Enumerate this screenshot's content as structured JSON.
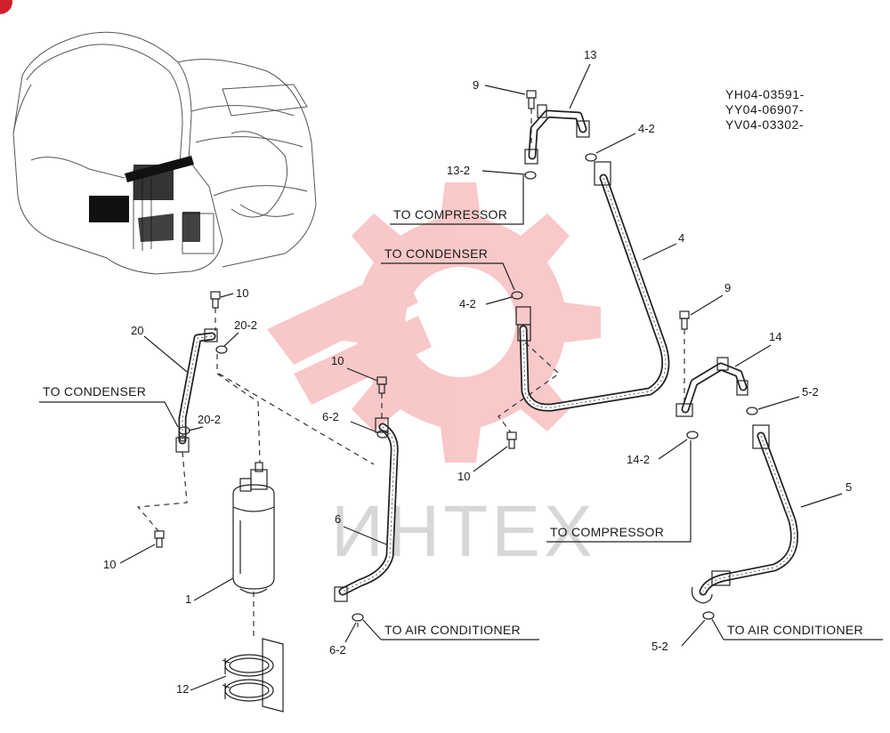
{
  "serials": [
    "YH04-03591-",
    "YY04-06907-",
    "YV04-03302-"
  ],
  "destinations": {
    "compressor": "TO COMPRESSOR",
    "condenser": "TO CONDENSER",
    "air_conditioner": "TO AIR CONDITIONER"
  },
  "parts": {
    "p1": "1",
    "p4": "4",
    "p4_2": "4-2",
    "p5": "5",
    "p5_2": "5-2",
    "p6": "6",
    "p6_2": "6-2",
    "p9": "9",
    "p10": "10",
    "p12": "12",
    "p13": "13",
    "p13_2": "13-2",
    "p14": "14",
    "p14_2": "14-2",
    "p20": "20",
    "p20_2": "20-2"
  },
  "watermark": {
    "text": "ИНТЕХ",
    "color": "#e8383d"
  }
}
